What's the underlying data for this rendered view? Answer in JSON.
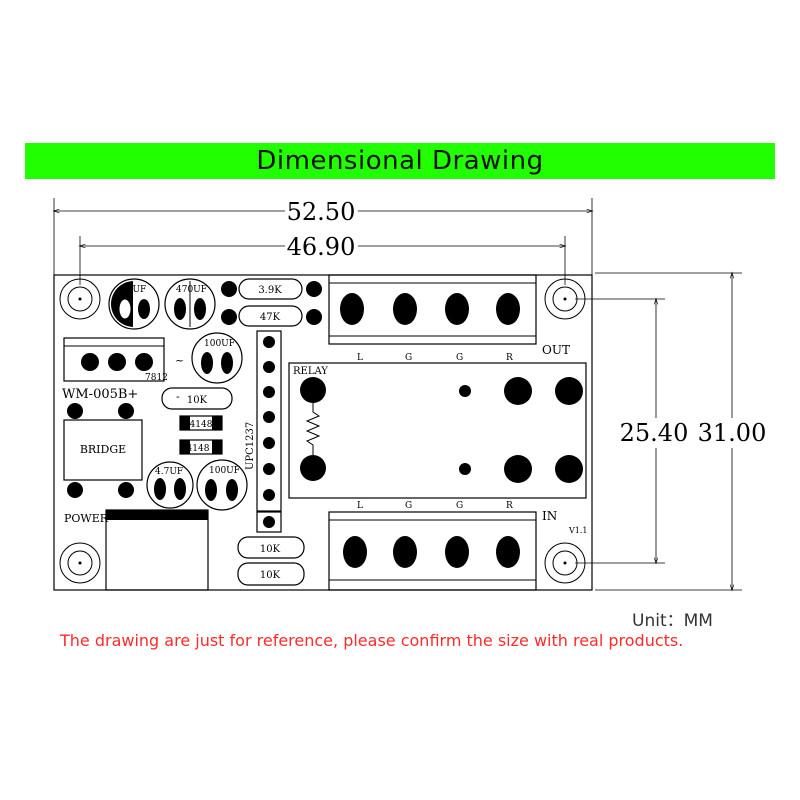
{
  "title": "Dimensional Drawing",
  "dimensions": {
    "outer_width": "52.50",
    "hole_spacing_width": "46.90",
    "hole_spacing_height": "25.40",
    "outer_height": "31.00"
  },
  "board": {
    "model": "WM-005B+",
    "version": "V1.1",
    "power_label": "POWER",
    "bridge_label": "BRIDGE",
    "relay_label": "RELAY",
    "regulator_label": "7812",
    "ic_label": "UPC1237",
    "out_label": "OUT",
    "in_label": "IN",
    "tilde_1": "~",
    "tilde_2": "-",
    "capacitors": {
      "c1": "10UF",
      "c2": "470UF",
      "c3": "100UF",
      "c4": "4.7UF",
      "c5": "100UF"
    },
    "resistors": {
      "r1": "3.9K",
      "r2": "47K",
      "r3": "10K",
      "r4": "10K",
      "r5": "10K"
    },
    "diodes": {
      "d1": "4148",
      "d2": "4148"
    },
    "terminal_out_pins": [
      "L",
      "G",
      "G",
      "R"
    ],
    "terminal_in_pins": [
      "L",
      "G",
      "G",
      "R"
    ]
  },
  "unit_text": "Unit：MM",
  "disclaimer": "The drawing are just for reference, please confirm the size with real products.",
  "colors": {
    "banner": "#22ff00",
    "disclaimer": "#ff2a2a"
  }
}
